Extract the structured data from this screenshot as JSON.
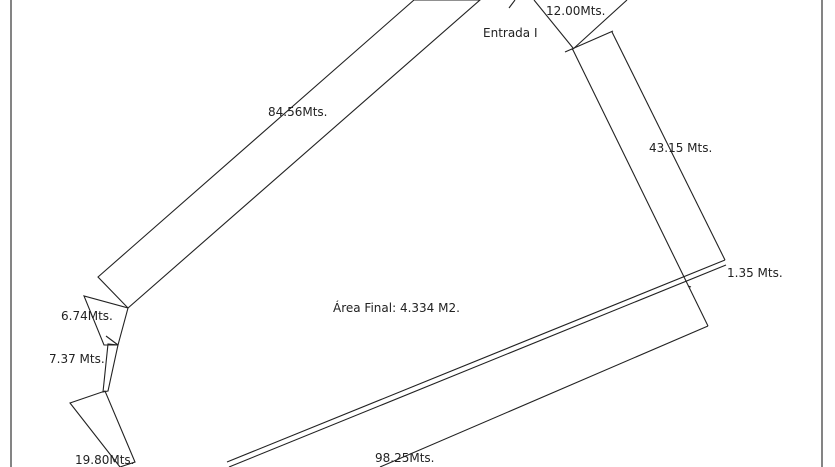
{
  "plan": {
    "area_label": "Área Final: 4.334  M2.",
    "entrance_label": "Entrada I",
    "measurements": {
      "top": "12.00Mts.",
      "northwest": "84.56Mts.",
      "east": "43.15 Mts.",
      "east_gap": "1.35 Mts.",
      "west_upper": "6.74Mts.",
      "west_middle": "7.37 Mts.",
      "west_lower": "19.80Mts.",
      "south": "98.25Mts."
    }
  }
}
